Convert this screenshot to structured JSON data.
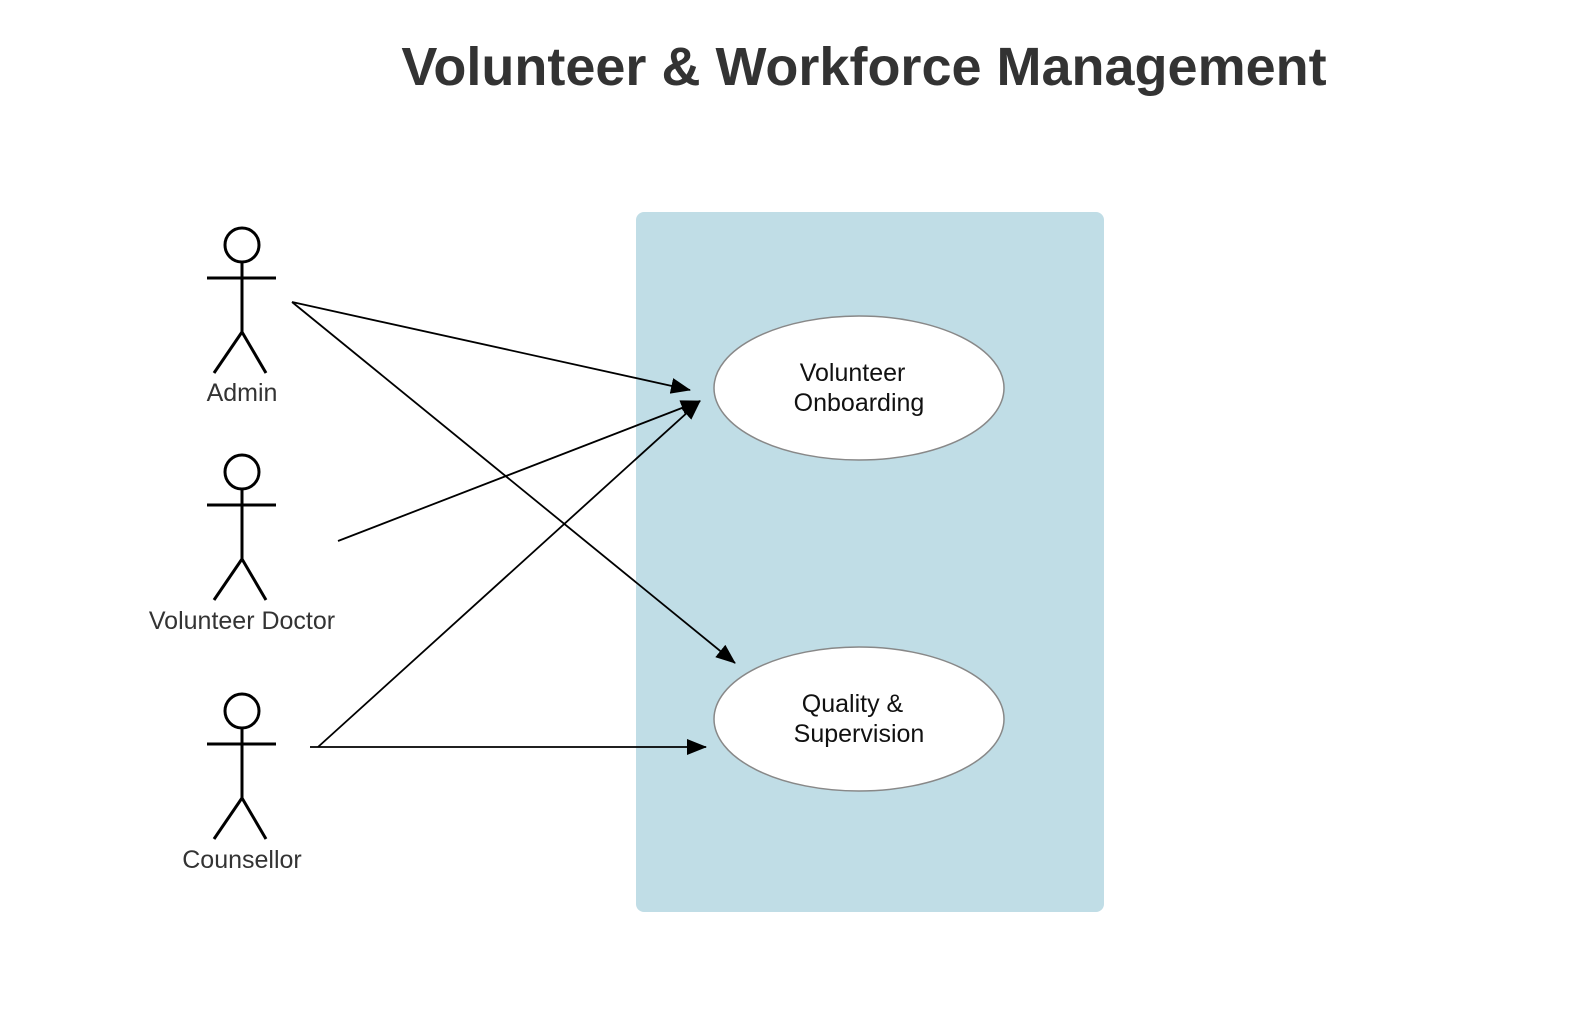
{
  "title": "Volunteer & Workforce Management",
  "colors": {
    "boundary_fill": "#c0dde6",
    "usecase_fill": "#ffffff",
    "usecase_stroke": "#888888",
    "line": "#000000",
    "text": "#333333"
  },
  "actors": [
    {
      "id": "admin",
      "label": "Admin"
    },
    {
      "id": "volunteer-doctor",
      "label": "Volunteer Doctor"
    },
    {
      "id": "counsellor",
      "label": "Counsellor"
    }
  ],
  "usecases": [
    {
      "id": "volunteer-onboarding",
      "lines": [
        "Volunteer",
        "Onboarding"
      ]
    },
    {
      "id": "quality-supervision",
      "lines": [
        "Quality &",
        "Supervision"
      ]
    }
  ],
  "associations": [
    {
      "from": "admin",
      "to": "volunteer-onboarding"
    },
    {
      "from": "admin",
      "to": "quality-supervision"
    },
    {
      "from": "volunteer-doctor",
      "to": "volunteer-onboarding"
    },
    {
      "from": "counsellor",
      "to": "volunteer-onboarding"
    },
    {
      "from": "counsellor",
      "to": "quality-supervision"
    }
  ]
}
